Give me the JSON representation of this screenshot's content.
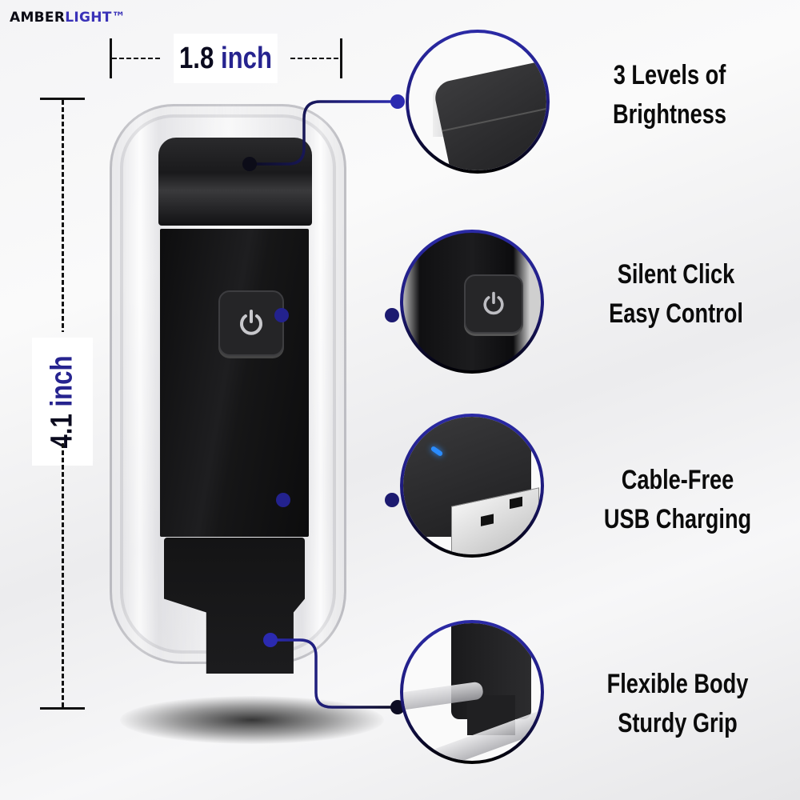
{
  "brand": {
    "part1": "AMBER",
    "part2": "LIGHT™"
  },
  "dimensions": {
    "width": {
      "value": "1.8",
      "unit": "inch"
    },
    "height": {
      "value": "4.1",
      "unit": "inch"
    }
  },
  "product": {
    "power_icon": "power-icon"
  },
  "features": [
    {
      "line1": "3 Levels of",
      "line2": "Brightness",
      "detail": "light-head-closeup"
    },
    {
      "line1": "Silent Click",
      "line2": "Easy Control",
      "detail": "power-button-closeup",
      "icon": "power-icon"
    },
    {
      "line1": "Cable-Free",
      "line2": "USB Charging",
      "detail": "usb-plug-closeup",
      "indicator_color": "#2a8cff"
    },
    {
      "line1": "Flexible Body",
      "line2": "Sturdy Grip",
      "detail": "clip-closeup"
    }
  ],
  "colors": {
    "accent_blue": "#2b2aa6",
    "navy": "#1d1a7a",
    "text_dark": "#0b0b0b",
    "led_blue": "#2a8cff"
  }
}
